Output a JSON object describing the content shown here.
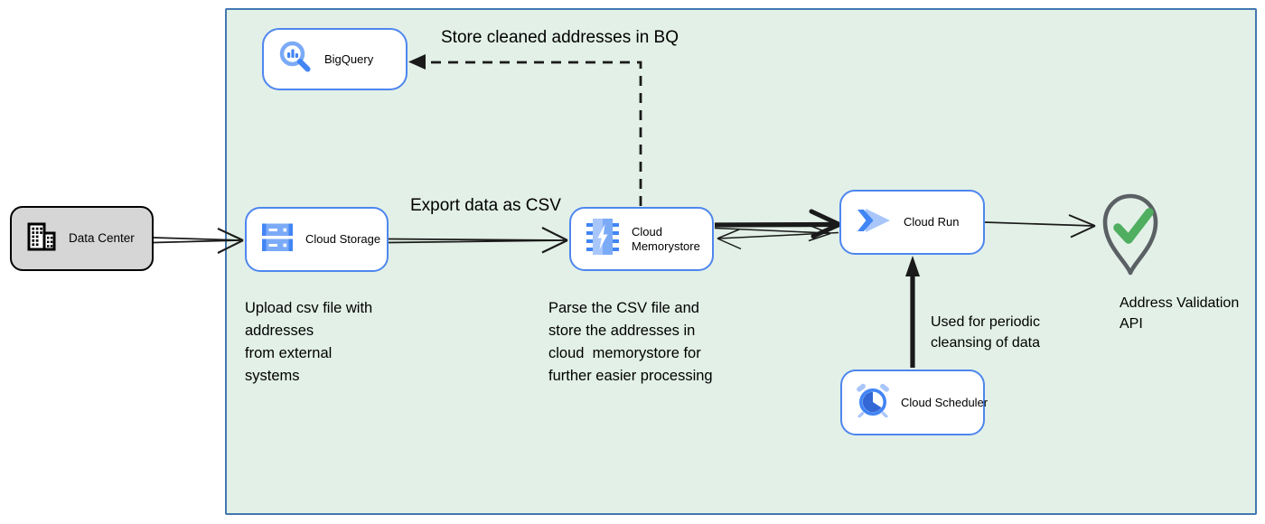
{
  "nodes": {
    "data_center": {
      "label": "Data Center"
    },
    "bigquery": {
      "label": "BigQuery"
    },
    "cloud_storage": {
      "label": "Cloud Storage"
    },
    "cloud_memorystore": {
      "label": "Cloud Memorystore"
    },
    "cloud_run": {
      "label": "Cloud Run"
    },
    "cloud_scheduler": {
      "label": "Cloud Scheduler"
    },
    "address_validation_api": {
      "label": "Address Validation API"
    }
  },
  "annotations": {
    "store_cleaned_bq": "Store cleaned addresses in BQ",
    "export_csv": "Export data as CSV",
    "upload_note": "Upload csv file with\naddresses\nfrom external\nsystems",
    "parse_note": "Parse the CSV file and\nstore the addresses in\ncloud  memorystore for\nfurther easier processing",
    "scheduler_note": "Used for periodic\ncleansing of data"
  },
  "icons": {
    "data_center": "building-icon",
    "bigquery": "magnifier-chart-icon",
    "cloud_storage": "storage-buckets-icon",
    "cloud_memorystore": "memory-chip-bolt-icon",
    "cloud_run": "run-chevrons-icon",
    "cloud_scheduler": "alarm-clock-icon",
    "address_validation_api": "map-pin-checkmark-icon"
  },
  "colors": {
    "container_fill": "#e2f0e7",
    "container_border": "#4278b2",
    "node_border": "#4e86ee",
    "node_fill": "#ffffff",
    "data_center_fill": "#d6d6d6",
    "arrow": "#1a1a1a",
    "pin_outline": "#5b6064",
    "check_green": "#4fae60",
    "icon_blue_dark": "#4285f4",
    "icon_blue_mid": "#7baaf7",
    "icon_blue_light": "#a8c6fa"
  }
}
